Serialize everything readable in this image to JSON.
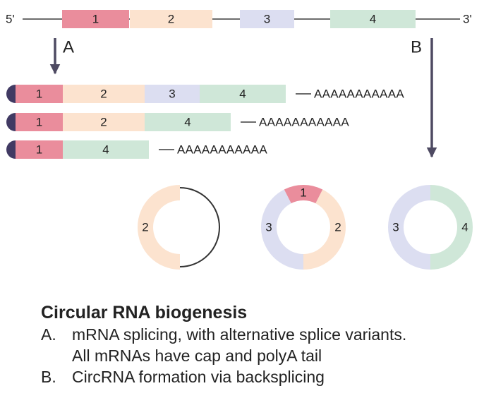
{
  "colors": {
    "exon1": "#ea8d9c",
    "exon2": "#fce3cf",
    "exon3": "#dcdef1",
    "exon4": "#cfe7d8",
    "cap": "#413a63",
    "line": "#3c3c3c",
    "arrow": "#4e4a62"
  },
  "gene": {
    "five_prime": "5'",
    "three_prime": "3'",
    "exons": [
      "1",
      "2",
      "3",
      "4"
    ]
  },
  "paths": {
    "a_label": "A",
    "b_label": "B"
  },
  "mrnas": [
    {
      "exons": [
        "1",
        "2",
        "3",
        "4"
      ],
      "polya": "AAAAAAAAAAA"
    },
    {
      "exons": [
        "1",
        "2",
        "4"
      ],
      "polya": "AAAAAAAAAAA"
    },
    {
      "exons": [
        "1",
        "4"
      ],
      "polya": "AAAAAAAAAAA"
    }
  ],
  "circrnas": [
    {
      "exons": [
        "2"
      ],
      "open": true
    },
    {
      "exons": [
        "1",
        "2",
        "3"
      ]
    },
    {
      "exons": [
        "3",
        "4"
      ]
    }
  ],
  "caption": {
    "title": "Circular RNA biogenesis",
    "items": [
      {
        "marker": "A.",
        "lines": [
          "mRNA splicing, with alternative splice variants.",
          "All mRNAs have cap and polyA tail"
        ]
      },
      {
        "marker": "B.",
        "lines": [
          "CircRNA formation via backsplicing"
        ]
      }
    ]
  }
}
